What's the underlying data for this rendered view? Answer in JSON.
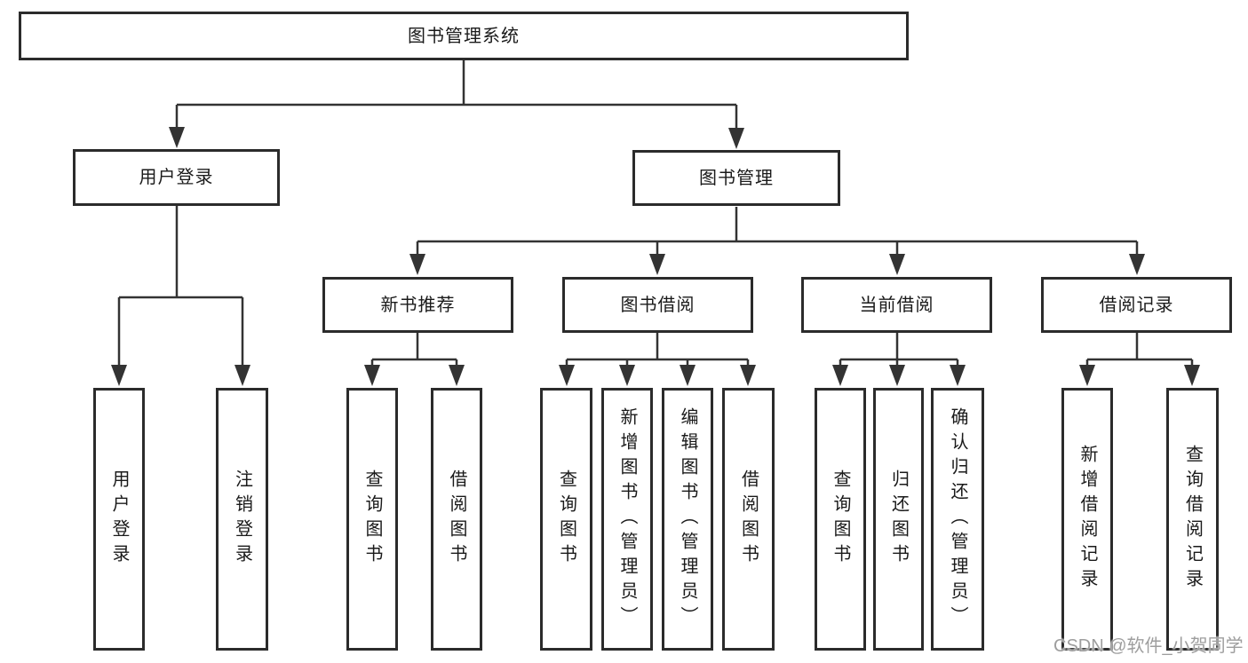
{
  "tree": {
    "root": "图书管理系统",
    "user": {
      "label": "用户登录",
      "children": [
        "用户登录",
        "注销登录"
      ]
    },
    "mgmt": {
      "label": "图书管理",
      "sections": [
        {
          "label": "新书推荐",
          "children": [
            "查询图书",
            "借阅图书"
          ]
        },
        {
          "label": "图书借阅",
          "children": [
            "查询图书",
            "新增图书（管理员）",
            "编辑图书（管理员）",
            "借阅图书"
          ]
        },
        {
          "label": "当前借阅",
          "children": [
            "查询图书",
            "归还图书",
            "确认归还（管理员）"
          ]
        },
        {
          "label": "借阅记录",
          "children": [
            "新增借阅记录",
            "查询借阅记录"
          ]
        }
      ]
    }
  },
  "watermark": "CSDN @软件_小贺同学",
  "colors": {
    "background": "#ffffff",
    "box_border": "#2b2b2b",
    "line": "#333333",
    "text": "#1a1a1a",
    "watermark": "#9e9e9e"
  }
}
